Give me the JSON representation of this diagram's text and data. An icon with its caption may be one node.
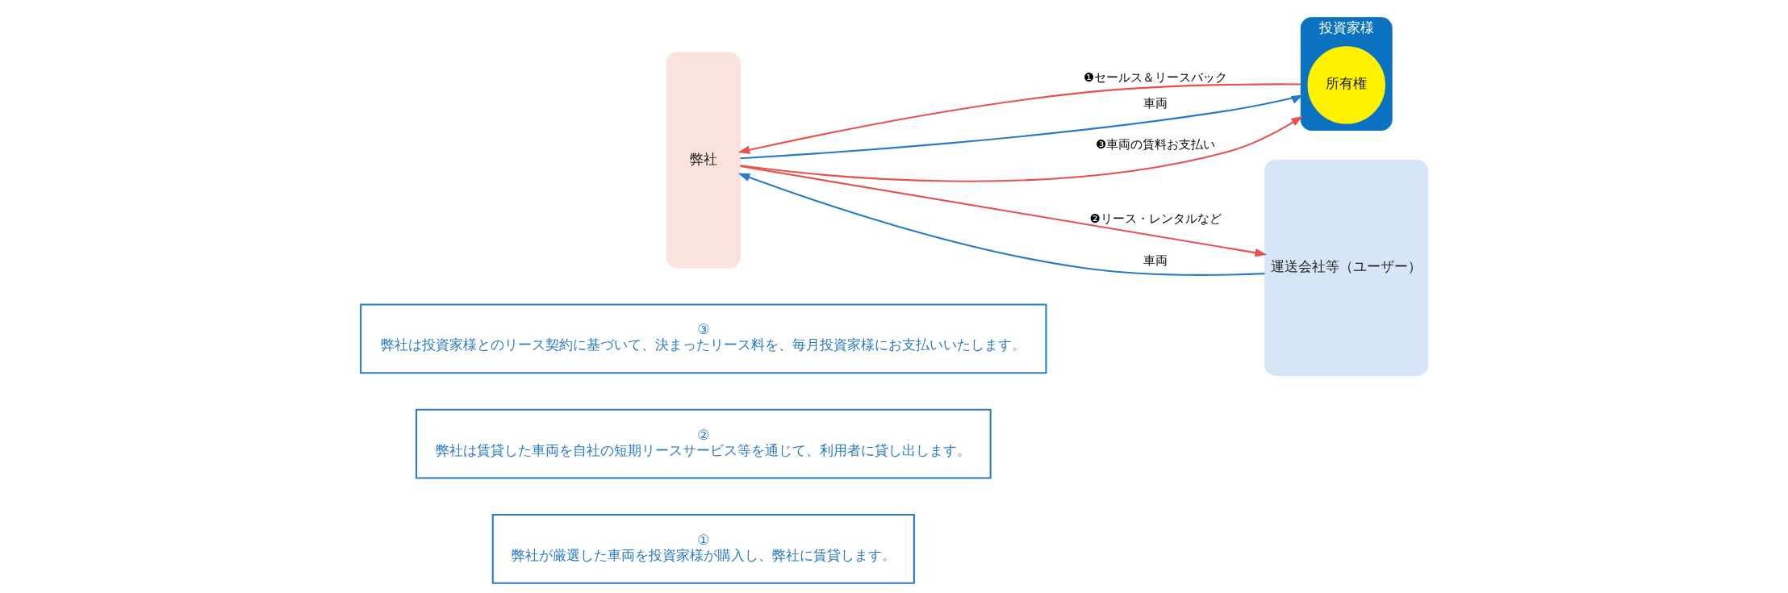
{
  "diagram": {
    "nodes": [
      {
        "text": [
          "①",
          "弊社が厳選した車両を投資家様が購入し、弊社に賃貸します。"
        ]
      },
      {
        "text": [
          "②",
          "弊社は賃貸した車両を自社の短期リースサービス等を通じて、利用者に貸し出します。"
        ]
      },
      {
        "text": [
          "③",
          "弊社は投資家様とのリース契約に基づいて、決まったリース料を、毎月投資家様にお支払いいたします。"
        ]
      },
      {
        "text": [
          "投資家様"
        ]
      },
      {
        "text": [
          "所有権"
        ],
        "in": 3
      },
      {
        "text": [
          "弊社"
        ]
      },
      {
        "text": [
          "運送会社等（ユーザー）"
        ]
      }
    ],
    "edges": [
      {
        "from": 3,
        "to": 5,
        "arrow": "to",
        "label": "❶セールス＆リースバック"
      },
      {
        "from": 5,
        "to": 3,
        "arrow": "to",
        "label": "車両",
        "color": "#2a7bc4"
      },
      {
        "from": 5,
        "to": 3,
        "arrow": "to",
        "label": "❸車両の賃料お支払い"
      },
      {
        "from": 5,
        "to": 6,
        "arrow": "to",
        "label": "❷リース・レンタルなど"
      },
      {
        "from": 6,
        "to": 5,
        "arrow": "to",
        "label": "車両",
        "color": "#2a7bc4"
      }
    ]
  }
}
